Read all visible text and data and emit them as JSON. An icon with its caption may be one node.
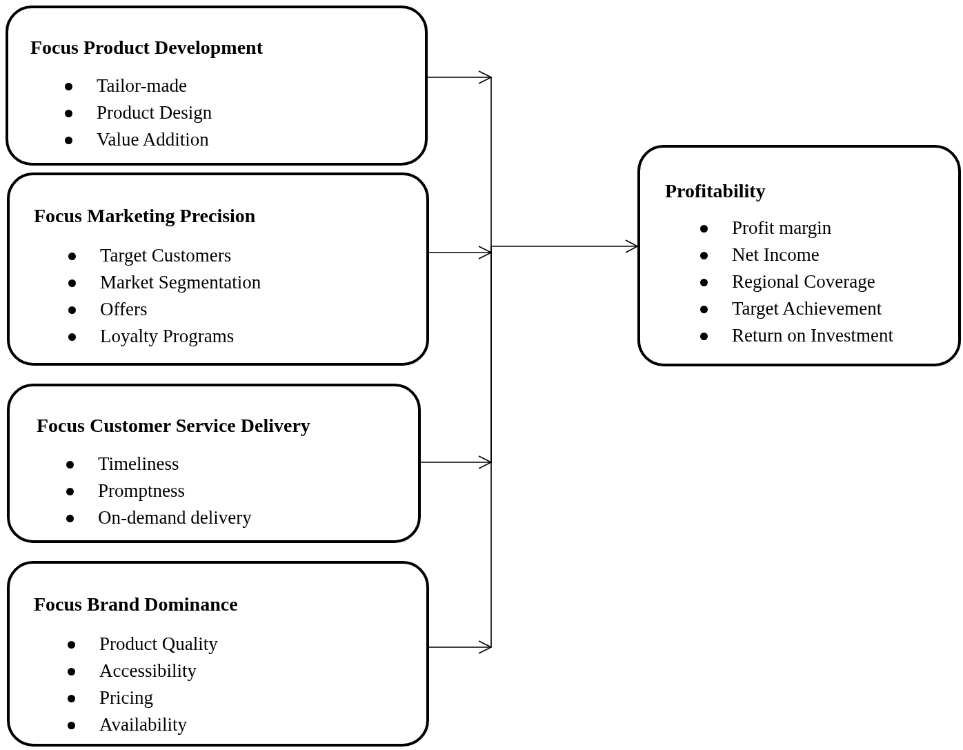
{
  "diagram": {
    "nodes": [
      {
        "text": [
          "Focus Product Development",
          "Tailor-made",
          "Product Design",
          "Value Addition"
        ]
      },
      {
        "text": [
          "Focus Marketing Precision",
          "Target Customers",
          "Market Segmentation",
          "Offers",
          "Loyalty Programs"
        ]
      },
      {
        "text": [
          "Focus Customer Service Delivery",
          "Timeliness",
          "Promptness",
          "On-demand delivery"
        ]
      },
      {
        "text": [
          "Focus Brand Dominance",
          "Product Quality",
          "Accessibility",
          "Pricing",
          "Availability"
        ]
      },
      {
        "text": [
          "Profitability",
          "Profit margin",
          "Net Income",
          "Regional Coverage",
          "Target Achievement",
          "Return on Investment"
        ]
      }
    ],
    "edges": [
      {
        "from": 0,
        "to": 4,
        "arrow": "to"
      },
      {
        "from": 1,
        "to": 4,
        "arrow": "to"
      },
      {
        "from": 2,
        "to": 4,
        "arrow": "to"
      },
      {
        "from": 3,
        "to": 4,
        "arrow": "to"
      }
    ]
  }
}
